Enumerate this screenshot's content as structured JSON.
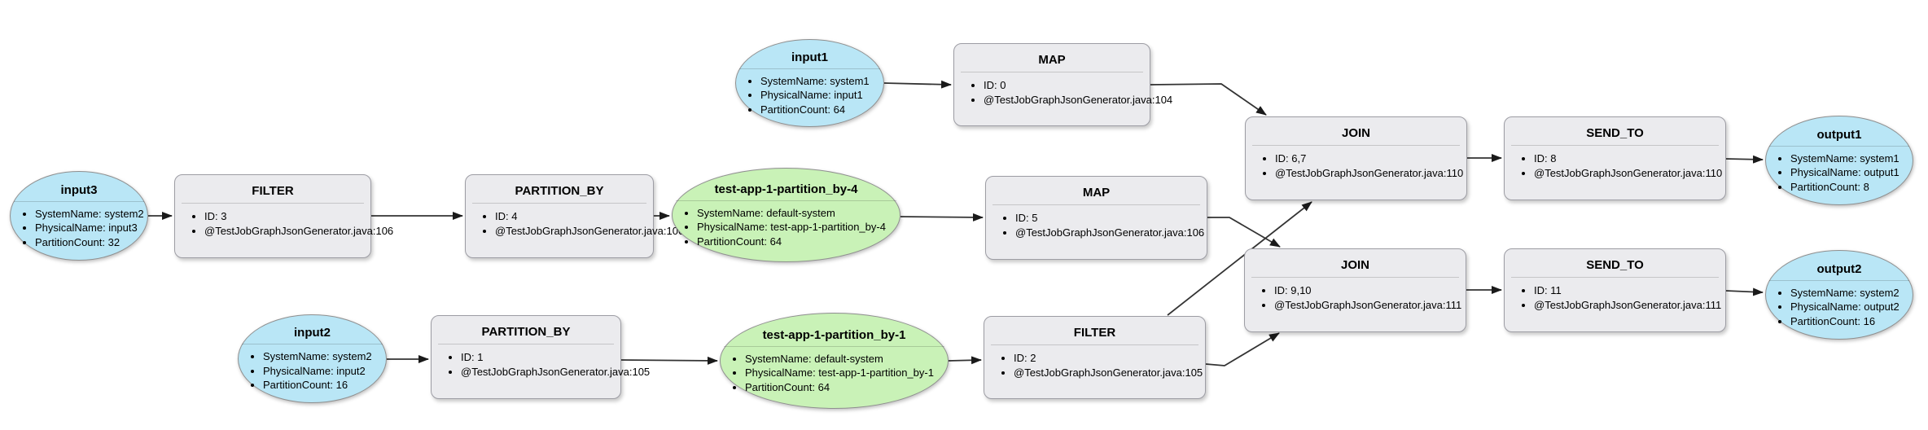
{
  "diagram": {
    "background_color": "#ffffff",
    "colors": {
      "source_sink_stream_fill": "#b9e6f6",
      "intermediate_stream_fill": "#c9f2b7",
      "operator_fill": "#ebebee",
      "node_border": "#8f8f8f",
      "edge_stroke": "#333333"
    },
    "nodes": [
      {
        "id": "input1",
        "type": "stream",
        "title": "input1",
        "properties": [
          "SystemName: system1",
          "PhysicalName: input1",
          "PartitionCount: 64"
        ]
      },
      {
        "id": "map0",
        "type": "operator",
        "title": "MAP",
        "properties": [
          "ID: 0",
          "@TestJobGraphJsonGenerator.java:104"
        ]
      },
      {
        "id": "join67",
        "type": "operator",
        "title": "JOIN",
        "properties": [
          "ID: 6,7",
          "@TestJobGraphJsonGenerator.java:110"
        ]
      },
      {
        "id": "sendto8",
        "type": "operator",
        "title": "SEND_TO",
        "properties": [
          "ID: 8",
          "@TestJobGraphJsonGenerator.java:110"
        ]
      },
      {
        "id": "output1",
        "type": "stream",
        "title": "output1",
        "properties": [
          "SystemName: system1",
          "PhysicalName: output1",
          "PartitionCount: 8"
        ]
      },
      {
        "id": "input3",
        "type": "stream",
        "title": "input3",
        "properties": [
          "SystemName: system2",
          "PhysicalName: input3",
          "PartitionCount: 32"
        ]
      },
      {
        "id": "filter3",
        "type": "operator",
        "title": "FILTER",
        "properties": [
          "ID: 3",
          "@TestJobGraphJsonGenerator.java:106"
        ]
      },
      {
        "id": "pb4",
        "type": "operator",
        "title": "PARTITION_BY",
        "properties": [
          "ID: 4",
          "@TestJobGraphJsonGenerator.java:106"
        ]
      },
      {
        "id": "green4",
        "type": "stream",
        "title": "test-app-1-partition_by-4",
        "properties": [
          "SystemName: default-system",
          "PhysicalName: test-app-1-partition_by-4",
          "PartitionCount: 64"
        ]
      },
      {
        "id": "map5",
        "type": "operator",
        "title": "MAP",
        "properties": [
          "ID: 5",
          "@TestJobGraphJsonGenerator.java:106"
        ]
      },
      {
        "id": "input2",
        "type": "stream",
        "title": "input2",
        "properties": [
          "SystemName: system2",
          "PhysicalName: input2",
          "PartitionCount: 16"
        ]
      },
      {
        "id": "pb1",
        "type": "operator",
        "title": "PARTITION_BY",
        "properties": [
          "ID: 1",
          "@TestJobGraphJsonGenerator.java:105"
        ]
      },
      {
        "id": "green1",
        "type": "stream",
        "title": "test-app-1-partition_by-1",
        "properties": [
          "SystemName: default-system",
          "PhysicalName: test-app-1-partition_by-1",
          "PartitionCount: 64"
        ]
      },
      {
        "id": "filter2",
        "type": "operator",
        "title": "FILTER",
        "properties": [
          "ID: 2",
          "@TestJobGraphJsonGenerator.java:105"
        ]
      },
      {
        "id": "join910",
        "type": "operator",
        "title": "JOIN",
        "properties": [
          "ID: 9,10",
          "@TestJobGraphJsonGenerator.java:111"
        ]
      },
      {
        "id": "sendto11",
        "type": "operator",
        "title": "SEND_TO",
        "properties": [
          "ID: 11",
          "@TestJobGraphJsonGenerator.java:111"
        ]
      },
      {
        "id": "output2",
        "type": "stream",
        "title": "output2",
        "properties": [
          "SystemName: system2",
          "PhysicalName: output2",
          "PartitionCount: 16"
        ]
      }
    ],
    "edges": [
      {
        "from": "input1",
        "to": "map0"
      },
      {
        "from": "map0",
        "to": "join67"
      },
      {
        "from": "join67",
        "to": "sendto8"
      },
      {
        "from": "sendto8",
        "to": "output1"
      },
      {
        "from": "input3",
        "to": "filter3"
      },
      {
        "from": "filter3",
        "to": "pb4"
      },
      {
        "from": "pb4",
        "to": "green4"
      },
      {
        "from": "green4",
        "to": "map5"
      },
      {
        "from": "map5",
        "to": "join910"
      },
      {
        "from": "input2",
        "to": "pb1"
      },
      {
        "from": "pb1",
        "to": "green1"
      },
      {
        "from": "green1",
        "to": "filter2"
      },
      {
        "from": "filter2",
        "to": "join67"
      },
      {
        "from": "filter2",
        "to": "join910"
      },
      {
        "from": "join910",
        "to": "sendto11"
      },
      {
        "from": "sendto11",
        "to": "output2"
      }
    ]
  }
}
